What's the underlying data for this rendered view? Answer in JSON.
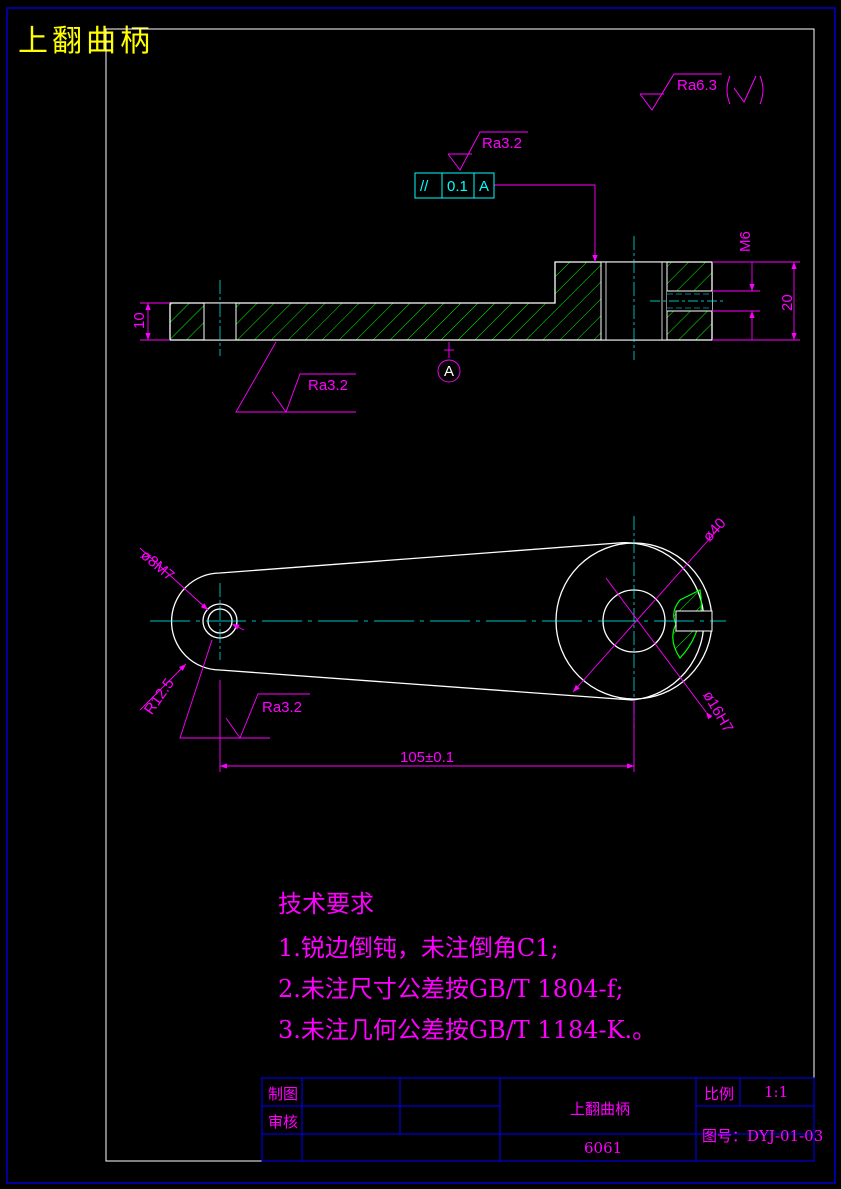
{
  "corner_title": "上翻曲柄",
  "tech_requirements": {
    "heading": "技术要求",
    "items": [
      "1.锐边倒钝，未注倒角C1;",
      "2.未注尺寸公差按GB/T 1804-f;",
      "3.未注几何公差按GB/T 1184-K.。"
    ]
  },
  "title_block": {
    "drawn_label": "制图",
    "checked_label": "审核",
    "part_name": "上翻曲柄",
    "material": "6061",
    "scale_label": "比例",
    "scale_value": "1:1",
    "drawing_no": "图号：DYJ-01-03"
  },
  "annotations": {
    "overall_roughness": "Ra6.3",
    "roughness_top": "Ra3.2",
    "roughness_side": "Ra3.2",
    "roughness_plan": "Ra3.2",
    "tolerance_symbol": "//",
    "tolerance_value": "0.1",
    "tolerance_datum": "A",
    "datum_label": "A",
    "dim_thread": "M6",
    "dim_height_right": "20",
    "dim_height_left": "10",
    "dim_dia_40": "ø40",
    "dim_dia_16": "ø16H7",
    "dim_dia_8": "ø8M7",
    "dim_radius": "R12.5",
    "dim_center": "105±0.1"
  },
  "colors": {
    "frame": "#0000ff",
    "outline": "#ffffff",
    "hatch": "#00ff00",
    "dimension": "#ff00ff",
    "centerline": "#00ffff",
    "tolerance": "#00ffff",
    "title": "#ffff00"
  }
}
